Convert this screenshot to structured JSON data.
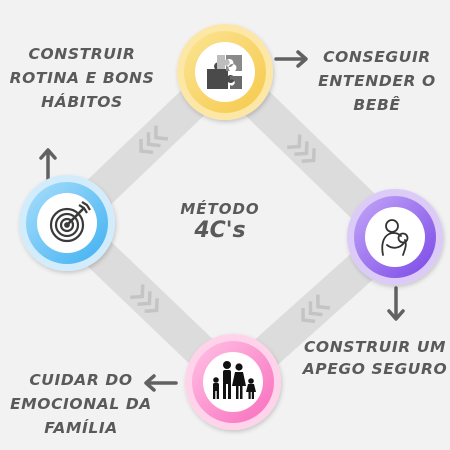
{
  "center": {
    "title_line1": "MÉTODO",
    "title_line2": "4C's"
  },
  "steps": {
    "top": {
      "icon": "puzzle-icon",
      "line1": "CONSEGUIR",
      "line2": "ENTENDER O",
      "line3": "BEBÊ",
      "ring_color": "#fce7a6",
      "fill_color": "#f9dc72"
    },
    "right": {
      "icon": "mother-baby-icon",
      "line1": "CONSTRUIR UM",
      "line2": "APEGO SEGURO",
      "ring_color": "#dccbf7",
      "fill_color": "#9b6ff0"
    },
    "bottom": {
      "icon": "family-icon",
      "line1": "CUIDAR DO",
      "line2": "EMOCIONAL DA",
      "line3": "FAMÍLIA",
      "ring_color": "#ffd3ea",
      "fill_color": "#fb8fcc"
    },
    "left": {
      "icon": "target-icon",
      "line1": "CONSTRUIR",
      "line2": "ROTINA E BONS",
      "line3": "HÁBITOS",
      "ring_color": "#d3ecfb",
      "fill_color": "#66c2f5"
    }
  },
  "colors": {
    "track": "#dcdcdc",
    "chevron": "#c9c9c9",
    "arrow": "#616161",
    "text": "#5a5a5a"
  }
}
